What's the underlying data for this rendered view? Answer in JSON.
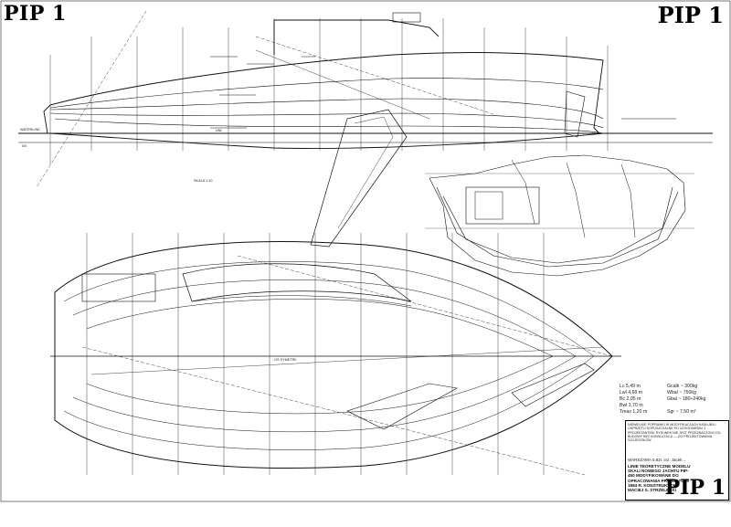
{
  "titles": {
    "main": "PIP 1"
  },
  "labels": {
    "waterline": "WATERLINE",
    "station_zero": "0/0",
    "lwl_label": "LWL",
    "hull_note": "SKALA 1:10",
    "centerline": "OŚ SYMETRII"
  },
  "dimensions": [
    {
      "left": "Lc 5,49 m",
      "right": "Gcalk ~ 300kg"
    },
    {
      "left": "Lwl 4,68 m",
      "right": "Wbal ~ 750kg"
    },
    {
      "left": "Bc 2,05 m",
      "right": "Gbal ~ 180÷240kg"
    },
    {
      "left": "Bwl 1,70 m",
      "right": ""
    },
    {
      "left": "Tmax 1,20 m",
      "right": "Sgr ~ 7,50 m²"
    }
  ],
  "title_block": {
    "notes": "NIEWIELKIE POPRAWKI W MODYFIKACJACH KADŁUBA I OSPRZĘTU DOPUSZCZALNE PO UZGODNIENIU Z PROJEKTANTEM. RYSUNEK NIE JEST PRZEZNACZONY DO BUDOWY BEZ KONSULTACJI — DO PROJEKTOWANIA SZCZEGÓŁÓW.",
    "sign": "WARSZAWA 5.82r.   inż. Jacek ...",
    "main_text": "LINIE TEORETYCZNE MODELU SKALI NOWEGO JACHTU PIP-450 MODYFIKOWANE DO OPRACOWANIA PROJEKTU W 1984 r. KONSTRUKTOR MACIEJ S. STRZELECKI",
    "pip": "PIP 1"
  },
  "colors": {
    "ink": "#111111",
    "paper": "#ffffff"
  }
}
